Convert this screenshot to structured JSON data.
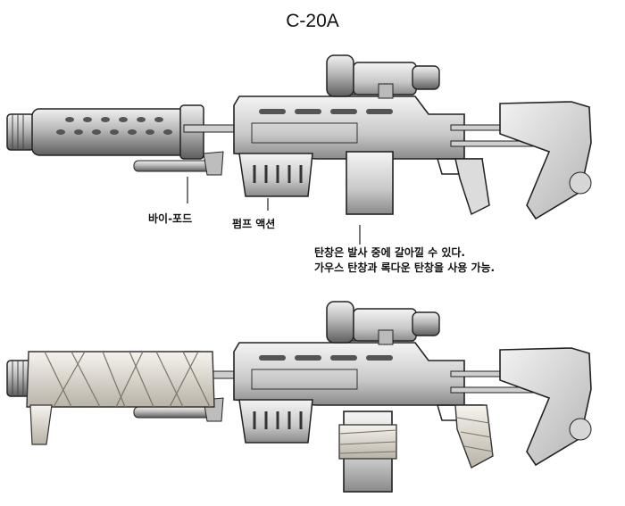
{
  "title": "C-20A",
  "labels": {
    "bipod": "바이-포드",
    "pump_action": "펌프 액션",
    "magazine_note_1": "탄창은 발사 중에 갈아낄 수 있다.",
    "magazine_note_2": "가우스 탄창과 록다운 탄창을 사용 가능."
  },
  "colors": {
    "ink": "#222222",
    "metal_light": "#d8d8d8",
    "metal_mid": "#a8a8a8",
    "metal_dark": "#6e6e6e",
    "bandage": "#e6e1d8",
    "wood": "#e8e8e8"
  }
}
